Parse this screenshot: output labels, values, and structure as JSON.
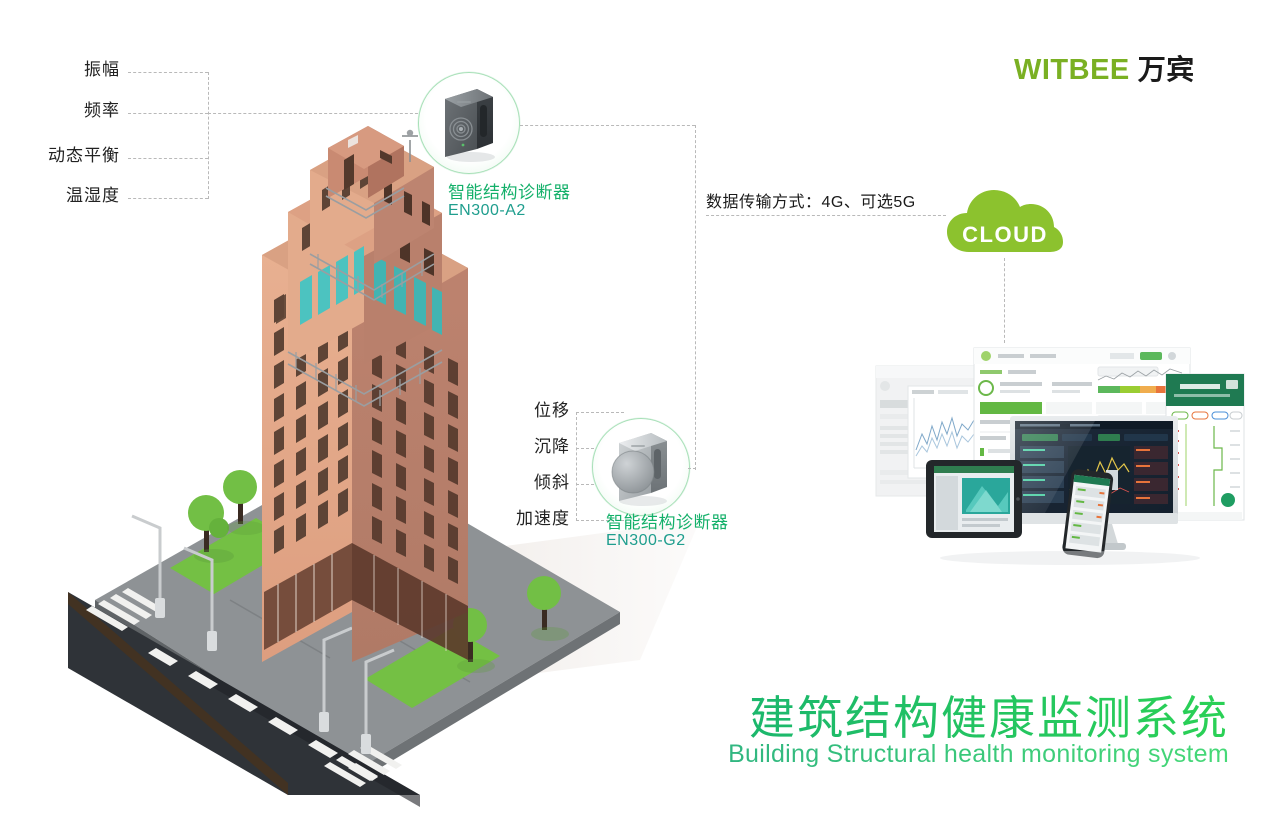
{
  "brand": {
    "name_en": "WITBEE",
    "name_cn": "万宾",
    "green": "#7ab023"
  },
  "sensor_top": {
    "title": "智能结构诊断器",
    "model": "EN300-A2",
    "icon": "structure-diagnoser-a2-icon",
    "metrics": [
      "振幅",
      "频率",
      "动态平衡",
      "温湿度"
    ]
  },
  "sensor_bottom": {
    "title": "智能结构诊断器",
    "model": "EN300-G2",
    "icon": "structure-diagnoser-g2-icon",
    "metrics": [
      "位移",
      "沉降",
      "倾斜",
      "加速度"
    ]
  },
  "transmission": {
    "label": "数据传输方式：4G、可选5G"
  },
  "cloud": {
    "label": "CLOUD",
    "color": "#8cc22e"
  },
  "footer": {
    "title_cn": "建筑结构健康监测系统",
    "title_en": "Building Structural health monitoring system",
    "gradient_from": "#0f7d92",
    "gradient_to": "#2ad155"
  },
  "scene": {
    "building": "isometric-office-tower",
    "road": "isometric-road",
    "devices_mockup": "dashboard-multi-device-mockup"
  }
}
